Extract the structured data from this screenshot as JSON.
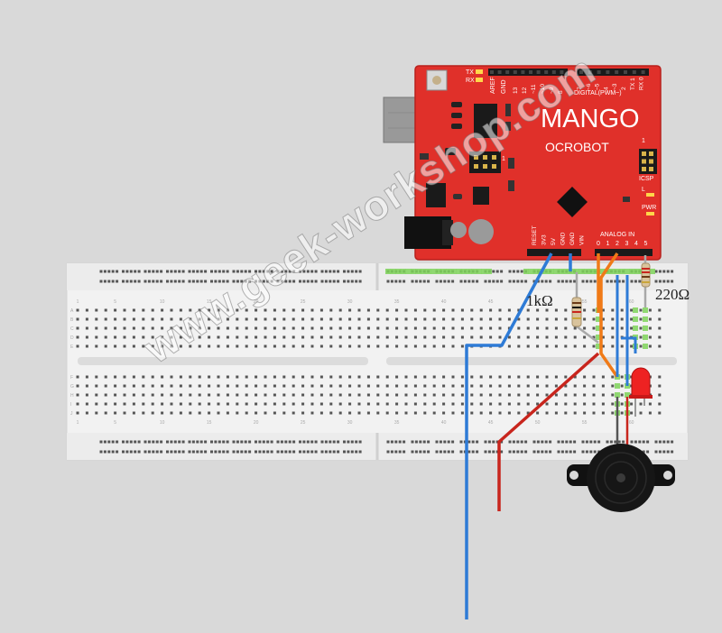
{
  "board": {
    "name": "MANGO",
    "subtitle": "OCROBOT",
    "tx": "TX",
    "rx": "RX",
    "aref": "AREF",
    "gnd": "GND",
    "top_pins_left": [
      "13",
      "12",
      "~11",
      "~10",
      "~9",
      "8"
    ],
    "top_pins_right": [
      "7",
      "~6",
      "~5",
      "4",
      "~3",
      "2",
      "TX 1",
      "RX 0"
    ],
    "digital": "DIGITAL(PWM~)",
    "icsp": "ICSP",
    "led_l": "L",
    "pwr": "PWR",
    "power_pins": [
      "RESET",
      "3V3",
      "5V",
      "GND",
      "GND",
      "VIN"
    ],
    "analog_in": "ANALOG IN",
    "analog_pins": [
      "0",
      "1",
      "2",
      "3",
      "4",
      "5"
    ],
    "small_1": "1"
  },
  "components": {
    "resistor_1k_label": "1kΩ",
    "resistor_220_label": "220Ω"
  },
  "breadboard": {
    "col_numbers": [
      "1",
      "5",
      "10",
      "15",
      "20",
      "25",
      "30",
      "35",
      "40",
      "45",
      "50",
      "55",
      "60"
    ],
    "row_letters_top": [
      "A",
      "B",
      "C",
      "D",
      "E"
    ],
    "row_letters_bottom": [
      "F",
      "G",
      "H",
      "I",
      "J"
    ]
  },
  "watermark": "www.geek-workshop.com",
  "colors": {
    "background": "#d9d9d9",
    "board": "#e0302a",
    "board_dark": "#b8201c",
    "breadboard": "#f2f2f2",
    "wire_blue": "#2e7bd6",
    "wire_red": "#c8251d",
    "wire_orange": "#f07a17",
    "wire_gray": "#8a8a8a",
    "highlight_green": "#7fd35a",
    "led_red": "#ee2222"
  }
}
